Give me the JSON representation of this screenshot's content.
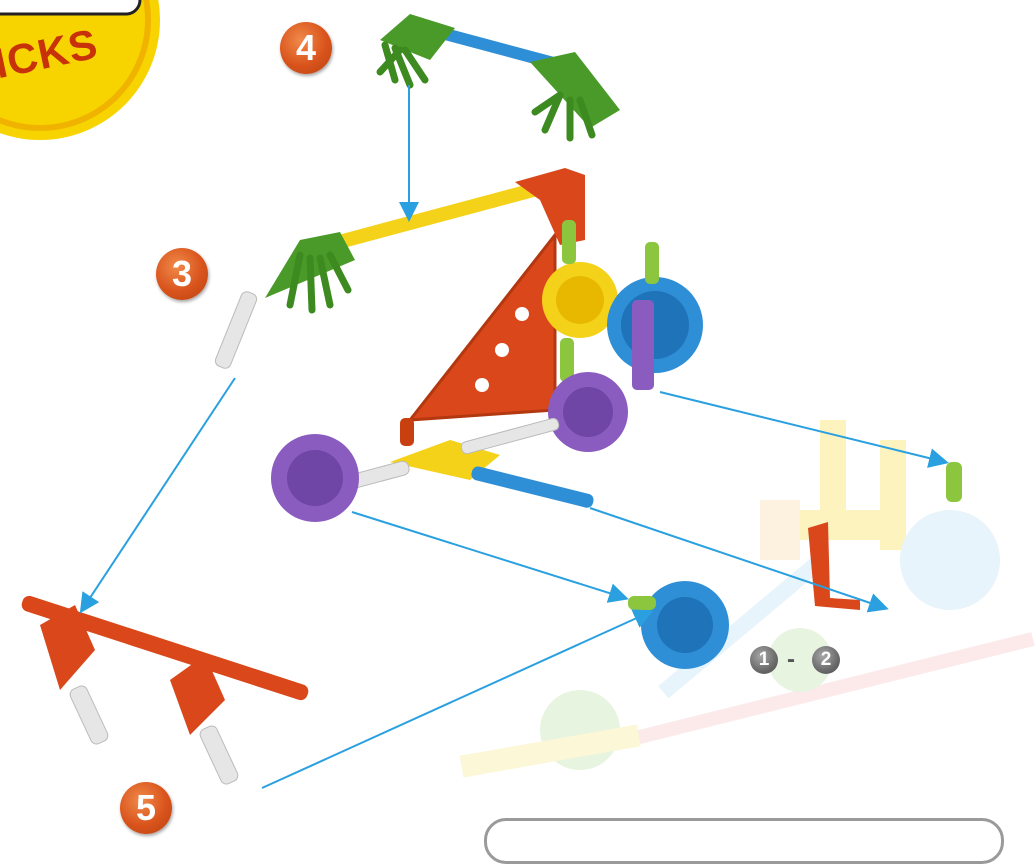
{
  "logo": {
    "text": "ICKS",
    "colors": {
      "badge": "#f7d400",
      "text": "#c8320a",
      "outline": "#222222"
    }
  },
  "steps": [
    {
      "number": "3"
    },
    {
      "number": "4"
    },
    {
      "number": "5"
    }
  ],
  "sub_steps": {
    "first": "1",
    "separator": "-",
    "second": "2"
  },
  "colors": {
    "orange": "#d9471a",
    "green": "#4a9a2a",
    "yellow": "#f5d21a",
    "blue": "#2f8fd6",
    "purple": "#8a5cc0",
    "white_rod": "#e6e6e6",
    "lime": "#8cc63f",
    "arrow": "#2aa0e0"
  },
  "icons": [
    "step-badge-icon",
    "arrow-icon",
    "connector-icon",
    "rod-icon"
  ]
}
